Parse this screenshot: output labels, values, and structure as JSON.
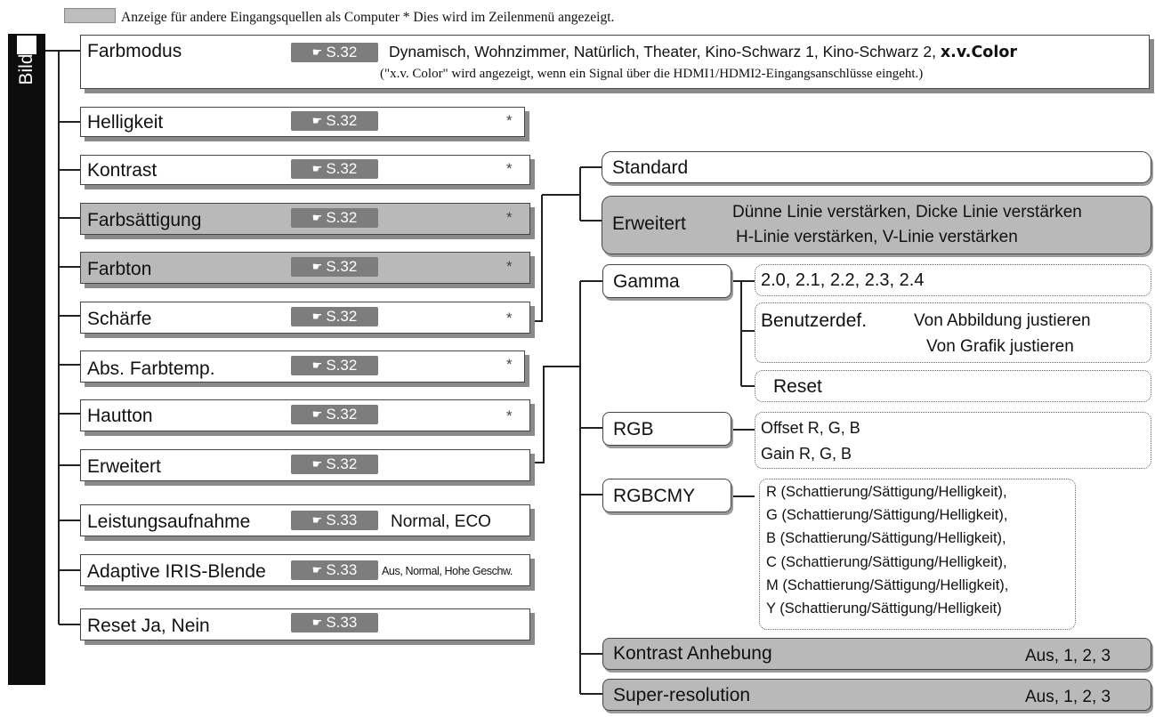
{
  "legend": {
    "text": "Anzeige für andere Eingangsquellen als Computer * Dies wird im Zeilenmenü angezeigt."
  },
  "menu": {
    "title": "Bild"
  },
  "items": {
    "farbmodus": {
      "label": "Farbmodus",
      "ref": "S.32",
      "options": "Dynamisch, Wohnzimmer, Natürlich, Theater, Kino-Schwarz 1, Kino-Schwarz 2,",
      "options_bold": "x.v.Color",
      "note": "(\"x.v. Color\" wird angezeigt, wenn ein Signal über die HDMI1/HDMI2-Eingangsanschlüsse eingeht.)"
    },
    "helligkeit": {
      "label": "Helligkeit",
      "ref": "S.32",
      "star": "*"
    },
    "kontrast": {
      "label": "Kontrast",
      "ref": "S.32",
      "star": "*"
    },
    "farbsaettigung": {
      "label": "Farbsättigung",
      "ref": "S.32",
      "star": "*"
    },
    "farbton": {
      "label": "Farbton",
      "ref": "S.32",
      "star": "*"
    },
    "schaerfe": {
      "label": "Schärfe",
      "ref": "S.32",
      "star": "*"
    },
    "abs_farbtemp": {
      "label": "Abs. Farbtemp.",
      "ref": "S.32",
      "star": "*"
    },
    "hautton": {
      "label": "Hautton",
      "ref": "S.32",
      "star": "*"
    },
    "erweitert": {
      "label": "Erweitert",
      "ref": "S.32"
    },
    "leistungsaufnahme": {
      "label": "Leistungsaufnahme",
      "ref": "S.33",
      "options": "Normal, ECO"
    },
    "iris": {
      "label": "Adaptive IRIS-Blende",
      "ref": "S.33",
      "options": "Aus, Normal, Hohe Geschw."
    },
    "reset": {
      "label": "Reset Ja, Nein",
      "ref": "S.33"
    }
  },
  "schaerfe_sub": {
    "standard": {
      "label": "Standard"
    },
    "erweitert": {
      "label": "Erweitert",
      "line1": "Dünne Linie verstärken, Dicke Linie verstärken",
      "line2": "H-Linie verstärken, V-Linie verstärken"
    }
  },
  "erweitert_sub": {
    "gamma": {
      "label": "Gamma",
      "options": "2.0, 2.1, 2.2, 2.3, 2.4",
      "benutzerdef": {
        "label": "Benutzerdef.",
        "line1": "Von Abbildung justieren",
        "line2": "Von Grafik justieren"
      },
      "reset": "Reset"
    },
    "rgb": {
      "label": "RGB",
      "line1": "Offset R, G, B",
      "line2": "Gain R, G, B"
    },
    "rgbcmy": {
      "label": "RGBCMY",
      "lines": [
        "R (Schattierung/Sättigung/Helligkeit),",
        "G (Schattierung/Sättigung/Helligkeit),",
        "B (Schattierung/Sättigung/Helligkeit),",
        "C (Schattierung/Sättigung/Helligkeit),",
        "M (Schattierung/Sättigung/Helligkeit),",
        "Y (Schattierung/Sättigung/Helligkeit)"
      ]
    },
    "kontrast_anhebung": {
      "label": "Kontrast Anhebung",
      "options": "Aus, 1, 2, 3"
    },
    "super_resolution": {
      "label": "Super-resolution",
      "options": "Aus, 1, 2, 3"
    }
  }
}
